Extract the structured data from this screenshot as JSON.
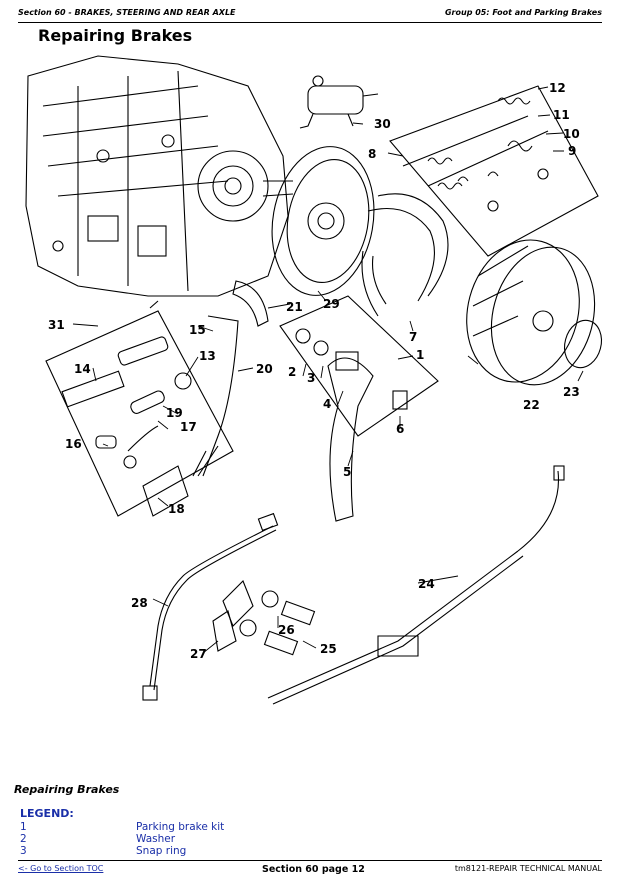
{
  "header": {
    "section": "Section 60 - BRAKES, STEERING AND REAR AXLE",
    "group": "Group 05: Foot and Parking Brakes"
  },
  "title": "Repairing Brakes",
  "diagram": {
    "callouts": [
      "1",
      "2",
      "3",
      "4",
      "5",
      "6",
      "7",
      "8",
      "9",
      "10",
      "11",
      "12",
      "13",
      "14",
      "15",
      "16",
      "17",
      "18",
      "19",
      "20",
      "21",
      "22",
      "23",
      "24",
      "25",
      "26",
      "27",
      "28",
      "29",
      "30",
      "31"
    ]
  },
  "caption": "Repairing Brakes",
  "legend": {
    "title": "LEGEND:",
    "items": [
      {
        "num": "1",
        "desc": "Parking brake kit"
      },
      {
        "num": "2",
        "desc": "Washer"
      },
      {
        "num": "3",
        "desc": "Snap ring"
      }
    ]
  },
  "footer": {
    "toc_link": "<- Go to Section TOC",
    "page": "Section 60 page 12",
    "manual": "tm8121-REPAIR TECHNICAL MANUAL"
  }
}
